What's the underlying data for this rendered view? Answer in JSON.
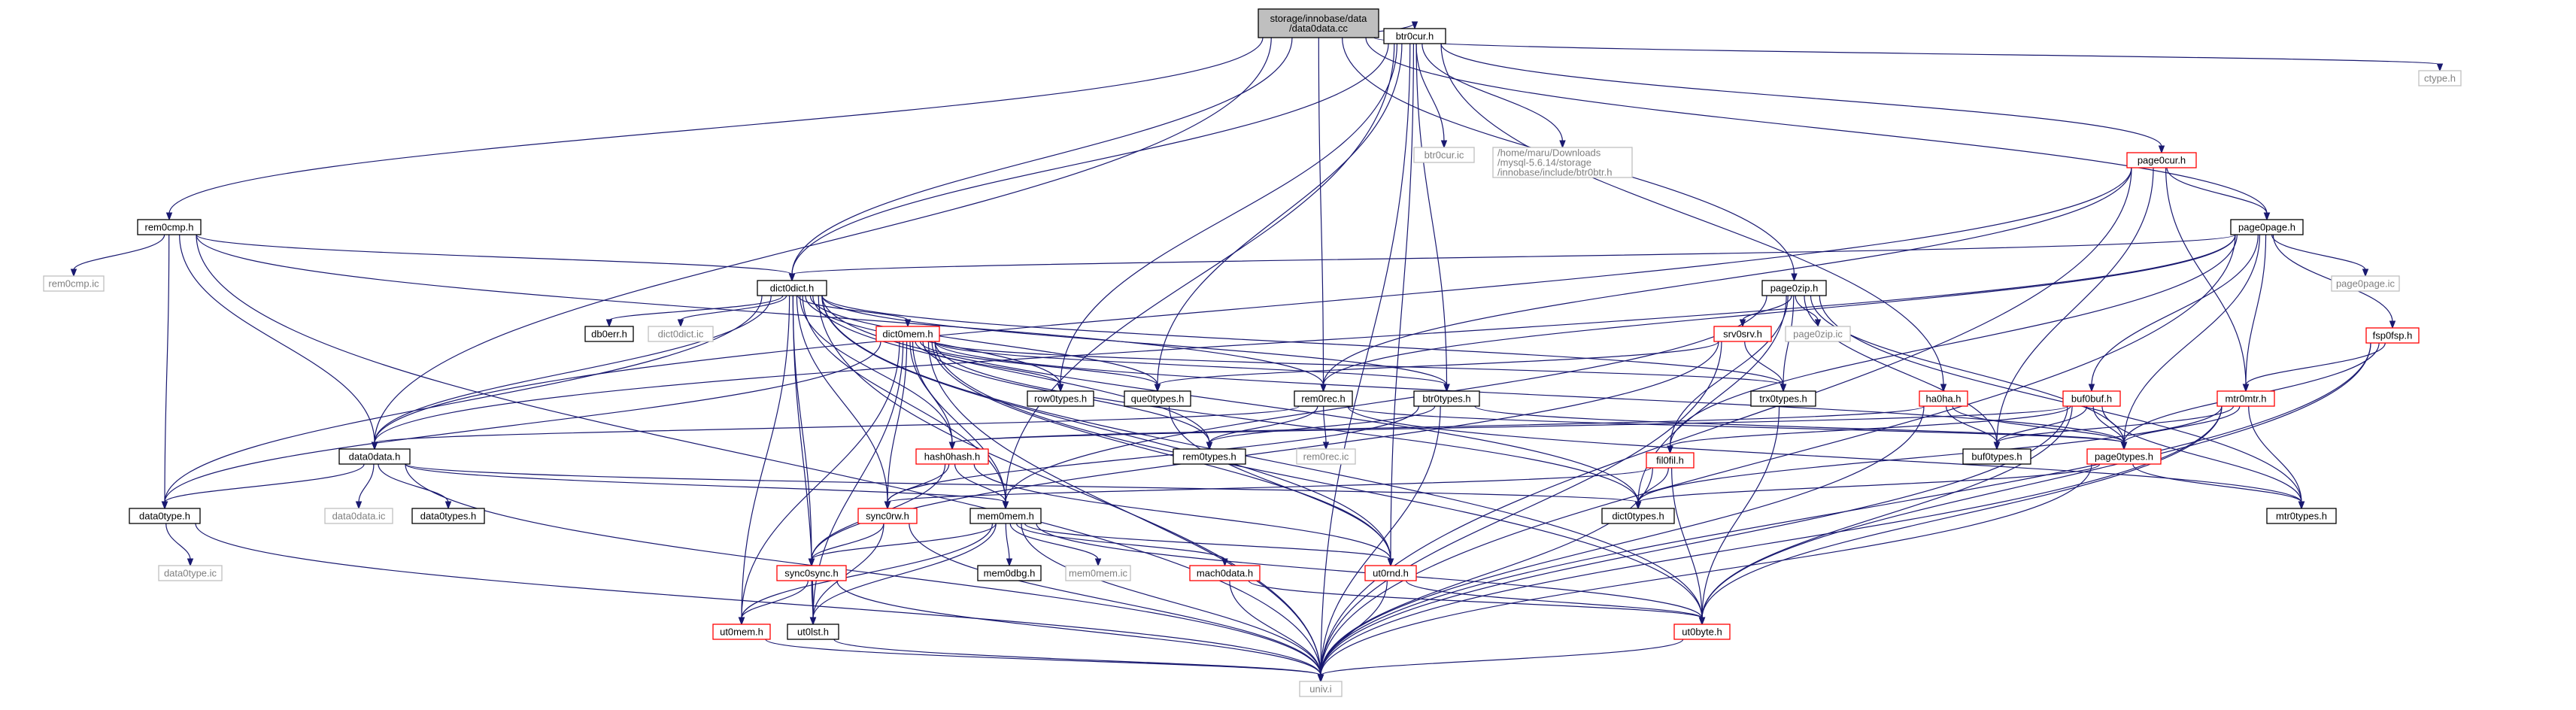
{
  "colors": {
    "edge": "#191970",
    "root_fill": "#bfbfbf",
    "normal_border": "#000000",
    "partial_border": "#ff0000",
    "external_border": "#bfbfbf",
    "external_text": "#7f7f7f",
    "text": "#000000"
  },
  "nodes": [
    {
      "id": "root",
      "lines": [
        "storage/innobase/data",
        "/data0data.cc"
      ],
      "kind": "root"
    },
    {
      "id": "btr0cur_h",
      "lines": [
        "btr0cur.h"
      ],
      "kind": "normal"
    },
    {
      "id": "ctype_h",
      "lines": [
        "ctype.h"
      ],
      "kind": "external"
    },
    {
      "id": "rem0cmp_h",
      "lines": [
        "rem0cmp.h"
      ],
      "kind": "normal"
    },
    {
      "id": "btr0cur_ic",
      "lines": [
        "btr0cur.ic"
      ],
      "kind": "external"
    },
    {
      "id": "btr0btr_h",
      "lines": [
        "/home/maru/Downloads",
        "/mysql-5.6.14/storage",
        "/innobase/include/btr0btr.h"
      ],
      "kind": "external"
    },
    {
      "id": "page0cur_h",
      "lines": [
        "page0cur.h"
      ],
      "kind": "partial"
    },
    {
      "id": "page0page_h",
      "lines": [
        "page0page.h"
      ],
      "kind": "normal"
    },
    {
      "id": "rem0cmp_ic",
      "lines": [
        "rem0cmp.ic"
      ],
      "kind": "external"
    },
    {
      "id": "dict0dict_h",
      "lines": [
        "dict0dict.h"
      ],
      "kind": "normal"
    },
    {
      "id": "page0page_ic",
      "lines": [
        "page0page.ic"
      ],
      "kind": "external"
    },
    {
      "id": "page0zip_h",
      "lines": [
        "page0zip.h"
      ],
      "kind": "normal"
    },
    {
      "id": "fsp0fsp_h",
      "lines": [
        "fsp0fsp.h"
      ],
      "kind": "partial"
    },
    {
      "id": "db0err_h",
      "lines": [
        "db0err.h"
      ],
      "kind": "normal"
    },
    {
      "id": "dict0dict_ic",
      "lines": [
        "dict0dict.ic"
      ],
      "kind": "external"
    },
    {
      "id": "dict0mem_h",
      "lines": [
        "dict0mem.h"
      ],
      "kind": "partial"
    },
    {
      "id": "srv0srv_h",
      "lines": [
        "srv0srv.h"
      ],
      "kind": "partial"
    },
    {
      "id": "page0zip_ic",
      "lines": [
        "page0zip.ic"
      ],
      "kind": "external"
    },
    {
      "id": "row0types_h",
      "lines": [
        "row0types.h"
      ],
      "kind": "normal"
    },
    {
      "id": "que0types_h",
      "lines": [
        "que0types.h"
      ],
      "kind": "normal"
    },
    {
      "id": "rem0rec_h",
      "lines": [
        "rem0rec.h"
      ],
      "kind": "normal"
    },
    {
      "id": "btr0types_h",
      "lines": [
        "btr0types.h"
      ],
      "kind": "normal"
    },
    {
      "id": "trx0types_h",
      "lines": [
        "trx0types.h"
      ],
      "kind": "normal"
    },
    {
      "id": "ha0ha_h",
      "lines": [
        "ha0ha.h"
      ],
      "kind": "partial"
    },
    {
      "id": "buf0buf_h",
      "lines": [
        "buf0buf.h"
      ],
      "kind": "partial"
    },
    {
      "id": "mtr0mtr_h",
      "lines": [
        "mtr0mtr.h"
      ],
      "kind": "partial"
    },
    {
      "id": "data0data_h",
      "lines": [
        "data0data.h"
      ],
      "kind": "normal"
    },
    {
      "id": "hash0hash_h",
      "lines": [
        "hash0hash.h"
      ],
      "kind": "partial"
    },
    {
      "id": "rem0types_h",
      "lines": [
        "rem0types.h"
      ],
      "kind": "normal"
    },
    {
      "id": "rem0rec_ic",
      "lines": [
        "rem0rec.ic"
      ],
      "kind": "external"
    },
    {
      "id": "fil0fil_h",
      "lines": [
        "fil0fil.h"
      ],
      "kind": "partial"
    },
    {
      "id": "buf0types_h",
      "lines": [
        "buf0types.h"
      ],
      "kind": "normal"
    },
    {
      "id": "page0types_h",
      "lines": [
        "page0types.h"
      ],
      "kind": "partial"
    },
    {
      "id": "data0type_h",
      "lines": [
        "data0type.h"
      ],
      "kind": "normal"
    },
    {
      "id": "data0data_ic",
      "lines": [
        "data0data.ic"
      ],
      "kind": "external"
    },
    {
      "id": "data0types_h",
      "lines": [
        "data0types.h"
      ],
      "kind": "normal"
    },
    {
      "id": "sync0rw_h",
      "lines": [
        "sync0rw.h"
      ],
      "kind": "partial"
    },
    {
      "id": "mem0mem_h",
      "lines": [
        "mem0mem.h"
      ],
      "kind": "normal"
    },
    {
      "id": "dict0types_h",
      "lines": [
        "dict0types.h"
      ],
      "kind": "normal"
    },
    {
      "id": "mtr0types_h",
      "lines": [
        "mtr0types.h"
      ],
      "kind": "normal"
    },
    {
      "id": "data0type_ic",
      "lines": [
        "data0type.ic"
      ],
      "kind": "external"
    },
    {
      "id": "sync0sync_h",
      "lines": [
        "sync0sync.h"
      ],
      "kind": "partial"
    },
    {
      "id": "mem0dbg_h",
      "lines": [
        "mem0dbg.h"
      ],
      "kind": "normal"
    },
    {
      "id": "mem0mem_ic",
      "lines": [
        "mem0mem.ic"
      ],
      "kind": "external"
    },
    {
      "id": "mach0data_h",
      "lines": [
        "mach0data.h"
      ],
      "kind": "partial"
    },
    {
      "id": "ut0rnd_h",
      "lines": [
        "ut0rnd.h"
      ],
      "kind": "partial"
    },
    {
      "id": "ut0mem_h",
      "lines": [
        "ut0mem.h"
      ],
      "kind": "partial"
    },
    {
      "id": "ut0lst_h",
      "lines": [
        "ut0lst.h"
      ],
      "kind": "normal"
    },
    {
      "id": "ut0byte_h",
      "lines": [
        "ut0byte.h"
      ],
      "kind": "partial"
    },
    {
      "id": "univ_i",
      "lines": [
        "univ.i"
      ],
      "kind": "external"
    }
  ],
  "edges": [
    [
      "root",
      "btr0cur_h"
    ],
    [
      "root",
      "ctype_h"
    ],
    [
      "root",
      "rem0cmp_h"
    ],
    [
      "root",
      "page0page_h"
    ],
    [
      "root",
      "dict0dict_h"
    ],
    [
      "root",
      "data0data_h"
    ],
    [
      "root",
      "rem0rec_h"
    ],
    [
      "root",
      "page0zip_h"
    ],
    [
      "btr0cur_h",
      "btr0cur_ic"
    ],
    [
      "btr0cur_h",
      "btr0btr_h"
    ],
    [
      "btr0cur_h",
      "page0cur_h"
    ],
    [
      "btr0cur_h",
      "dict0dict_h"
    ],
    [
      "btr0cur_h",
      "btr0types_h"
    ],
    [
      "btr0cur_h",
      "que0types_h"
    ],
    [
      "btr0cur_h",
      "row0types_h"
    ],
    [
      "btr0cur_h",
      "ha0ha_h"
    ],
    [
      "btr0cur_h",
      "mem0mem_h"
    ],
    [
      "btr0cur_h",
      "ut0rnd_h"
    ],
    [
      "btr0cur_h",
      "univ_i"
    ],
    [
      "page0cur_h",
      "page0page_h"
    ],
    [
      "page0cur_h",
      "mtr0mtr_h"
    ],
    [
      "page0cur_h",
      "rem0rec_h"
    ],
    [
      "page0cur_h",
      "buf0types_h"
    ],
    [
      "page0cur_h",
      "data0data_h"
    ],
    [
      "page0cur_h",
      "univ_i"
    ],
    [
      "rem0cmp_h",
      "rem0cmp_ic"
    ],
    [
      "rem0cmp_h",
      "dict0dict_h"
    ],
    [
      "rem0cmp_h",
      "rem0rec_h"
    ],
    [
      "rem0cmp_h",
      "data0data_h"
    ],
    [
      "rem0cmp_h",
      "data0type_h"
    ],
    [
      "rem0cmp_h",
      "univ_i"
    ],
    [
      "page0page_h",
      "page0page_ic"
    ],
    [
      "page0page_h",
      "fsp0fsp_h"
    ],
    [
      "page0page_h",
      "mtr0mtr_h"
    ],
    [
      "page0page_h",
      "buf0buf_h"
    ],
    [
      "page0page_h",
      "fil0fil_h"
    ],
    [
      "page0page_h",
      "page0types_h"
    ],
    [
      "page0page_h",
      "dict0dict_h"
    ],
    [
      "page0page_h",
      "rem0rec_h"
    ],
    [
      "page0page_h",
      "data0data_h"
    ],
    [
      "page0page_h",
      "univ_i"
    ],
    [
      "dict0dict_h",
      "db0err_h"
    ],
    [
      "dict0dict_h",
      "dict0dict_ic"
    ],
    [
      "dict0dict_h",
      "dict0mem_h"
    ],
    [
      "dict0dict_h",
      "row0types_h"
    ],
    [
      "dict0dict_h",
      "que0types_h"
    ],
    [
      "dict0dict_h",
      "rem0types_h"
    ],
    [
      "dict0dict_h",
      "btr0types_h"
    ],
    [
      "dict0dict_h",
      "trx0types_h"
    ],
    [
      "dict0dict_h",
      "data0data_h"
    ],
    [
      "dict0dict_h",
      "data0type_h"
    ],
    [
      "dict0dict_h",
      "hash0hash_h"
    ],
    [
      "dict0dict_h",
      "sync0rw_h"
    ],
    [
      "dict0dict_h",
      "mem0mem_h"
    ],
    [
      "dict0dict_h",
      "dict0types_h"
    ],
    [
      "dict0dict_h",
      "sync0sync_h"
    ],
    [
      "dict0dict_h",
      "ut0mem_h"
    ],
    [
      "dict0dict_h",
      "ut0lst_h"
    ],
    [
      "dict0dict_h",
      "ut0rnd_h"
    ],
    [
      "dict0dict_h",
      "ut0byte_h"
    ],
    [
      "dict0dict_h",
      "univ_i"
    ],
    [
      "dict0mem_h",
      "row0types_h"
    ],
    [
      "dict0mem_h",
      "que0types_h"
    ],
    [
      "dict0mem_h",
      "rem0types_h"
    ],
    [
      "dict0mem_h",
      "btr0types_h"
    ],
    [
      "dict0mem_h",
      "trx0types_h"
    ],
    [
      "dict0mem_h",
      "data0type_h"
    ],
    [
      "dict0mem_h",
      "hash0hash_h"
    ],
    [
      "dict0mem_h",
      "sync0rw_h"
    ],
    [
      "dict0mem_h",
      "mem0mem_h"
    ],
    [
      "dict0mem_h",
      "dict0types_h"
    ],
    [
      "dict0mem_h",
      "ut0mem_h"
    ],
    [
      "dict0mem_h",
      "ut0lst_h"
    ],
    [
      "dict0mem_h",
      "ut0rnd_h"
    ],
    [
      "dict0mem_h",
      "ut0byte_h"
    ],
    [
      "dict0mem_h",
      "page0types_h"
    ],
    [
      "dict0mem_h",
      "univ_i"
    ],
    [
      "page0zip_h",
      "page0zip_ic"
    ],
    [
      "page0zip_h",
      "srv0srv_h"
    ],
    [
      "page0zip_h",
      "trx0types_h"
    ],
    [
      "page0zip_h",
      "buf0types_h"
    ],
    [
      "page0zip_h",
      "page0types_h"
    ],
    [
      "page0zip_h",
      "mtr0types_h"
    ],
    [
      "page0zip_h",
      "dict0types_h"
    ],
    [
      "page0zip_h",
      "mem0mem_h"
    ],
    [
      "page0zip_h",
      "fil0fil_h"
    ],
    [
      "srv0srv_h",
      "que0types_h"
    ],
    [
      "srv0srv_h",
      "trx0types_h"
    ],
    [
      "srv0srv_h",
      "sync0sync_h"
    ],
    [
      "srv0srv_h",
      "univ_i"
    ],
    [
      "fsp0fsp_h",
      "mtr0mtr_h"
    ],
    [
      "fsp0fsp_h",
      "page0types_h"
    ],
    [
      "fsp0fsp_h",
      "ut0byte_h"
    ],
    [
      "fsp0fsp_h",
      "univ_i"
    ],
    [
      "mtr0mtr_h",
      "page0types_h"
    ],
    [
      "mtr0mtr_h",
      "mtr0types_h"
    ],
    [
      "mtr0mtr_h",
      "buf0types_h"
    ],
    [
      "mtr0mtr_h",
      "dict0types_h"
    ],
    [
      "mtr0mtr_h",
      "ut0byte_h"
    ],
    [
      "mtr0mtr_h",
      "univ_i"
    ],
    [
      "buf0buf_h",
      "buf0types_h"
    ],
    [
      "buf0buf_h",
      "page0types_h"
    ],
    [
      "buf0buf_h",
      "mtr0types_h"
    ],
    [
      "buf0buf_h",
      "hash0hash_h"
    ],
    [
      "buf0buf_h",
      "fil0fil_h"
    ],
    [
      "buf0buf_h",
      "ut0byte_h"
    ],
    [
      "buf0buf_h",
      "univ_i"
    ],
    [
      "ha0ha_h",
      "hash0hash_h"
    ],
    [
      "ha0ha_h",
      "page0types_h"
    ],
    [
      "ha0ha_h",
      "buf0types_h"
    ],
    [
      "ha0ha_h",
      "univ_i"
    ],
    [
      "rem0rec_h",
      "rem0types_h"
    ],
    [
      "rem0rec_h",
      "rem0rec_ic"
    ],
    [
      "rem0rec_h",
      "mtr0types_h"
    ],
    [
      "rem0rec_h",
      "page0types_h"
    ],
    [
      "rem0rec_h",
      "data0data_h"
    ],
    [
      "btr0types_h",
      "rem0types_h"
    ],
    [
      "btr0types_h",
      "page0types_h"
    ],
    [
      "btr0types_h",
      "sync0rw_h"
    ],
    [
      "btr0types_h",
      "univ_i"
    ],
    [
      "trx0types_h",
      "ut0byte_h"
    ],
    [
      "que0types_h",
      "ut0rnd_h"
    ],
    [
      "data0data_h",
      "data0data_ic"
    ],
    [
      "data0data_h",
      "data0types_h"
    ],
    [
      "data0data_h",
      "data0type_h"
    ],
    [
      "data0data_h",
      "mem0mem_h"
    ],
    [
      "data0data_h",
      "dict0types_h"
    ],
    [
      "data0data_h",
      "univ_i"
    ],
    [
      "hash0hash_h",
      "mem0mem_h"
    ],
    [
      "hash0hash_h",
      "sync0rw_h"
    ],
    [
      "hash0hash_h",
      "sync0sync_h"
    ],
    [
      "hash0hash_h",
      "ut0rnd_h"
    ],
    [
      "fil0fil_h",
      "dict0types_h"
    ],
    [
      "fil0fil_h",
      "sync0rw_h"
    ],
    [
      "fil0fil_h",
      "ut0byte_h"
    ],
    [
      "fil0fil_h",
      "univ_i"
    ],
    [
      "page0types_h",
      "dict0types_h"
    ],
    [
      "page0types_h",
      "mtr0types_h"
    ],
    [
      "page0types_h",
      "univ_i"
    ],
    [
      "data0type_h",
      "data0type_ic"
    ],
    [
      "data0type_h",
      "univ_i"
    ],
    [
      "sync0rw_h",
      "sync0sync_h"
    ],
    [
      "sync0rw_h",
      "ut0lst_h"
    ],
    [
      "sync0rw_h",
      "univ_i"
    ],
    [
      "mem0mem_h",
      "mem0dbg_h"
    ],
    [
      "mem0mem_h",
      "mem0mem_ic"
    ],
    [
      "mem0mem_h",
      "mach0data_h"
    ],
    [
      "mem0mem_h",
      "ut0rnd_h"
    ],
    [
      "mem0mem_h",
      "sync0sync_h"
    ],
    [
      "mem0mem_h",
      "ut0mem_h"
    ],
    [
      "mem0mem_h",
      "ut0lst_h"
    ],
    [
      "mem0mem_h",
      "univ_i"
    ],
    [
      "mem0mem_h",
      "ut0byte_h"
    ],
    [
      "sync0sync_h",
      "ut0mem_h"
    ],
    [
      "sync0sync_h",
      "ut0lst_h"
    ],
    [
      "sync0sync_h",
      "univ_i"
    ],
    [
      "mach0data_h",
      "ut0byte_h"
    ],
    [
      "mach0data_h",
      "univ_i"
    ],
    [
      "ut0rnd_h",
      "ut0byte_h"
    ],
    [
      "ut0rnd_h",
      "univ_i"
    ],
    [
      "ut0mem_h",
      "univ_i"
    ],
    [
      "ut0lst_h",
      "univ_i"
    ],
    [
      "ut0byte_h",
      "univ_i"
    ]
  ]
}
